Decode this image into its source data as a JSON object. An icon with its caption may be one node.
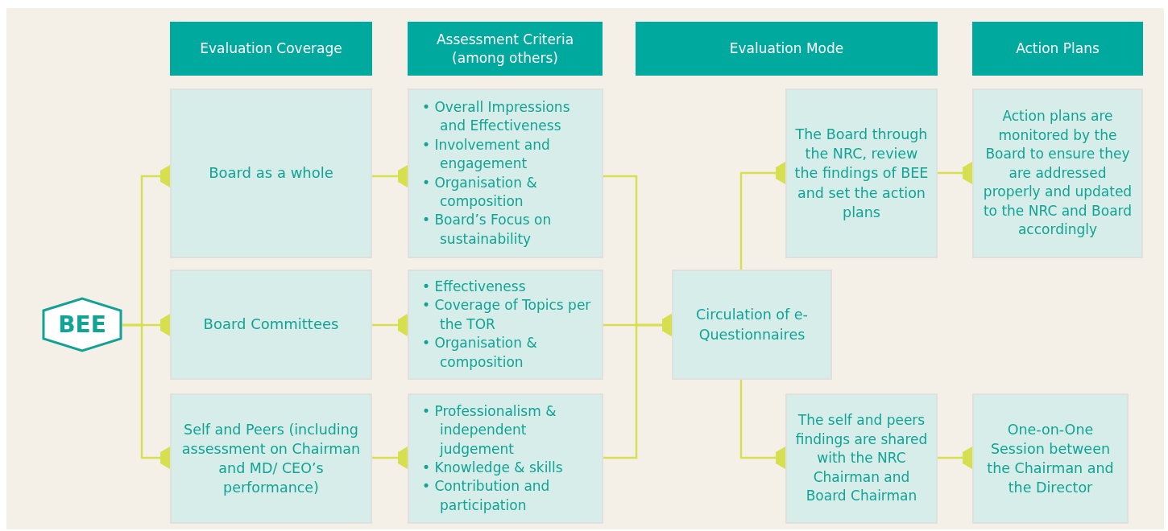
{
  "diagram": {
    "nodes": [
      {
        "text": [
          "Evaluation Coverage"
        ]
      },
      {
        "text": [
          "Assessment Criteria (among others)"
        ]
      },
      {
        "text": [
          "Evaluation Mode"
        ]
      },
      {
        "text": [
          "Action Plans"
        ]
      },
      {
        "text": [
          "BEE"
        ]
      },
      {
        "text": [
          "Board as a whole"
        ]
      },
      {
        "text": [
          "Board Committees"
        ]
      },
      {
        "text": [
          "Self and Peers (including assessment on Chairman and MD/ CEO’s performance)"
        ]
      },
      {
        "text": [
          "• Overall Impressions and Effectiveness",
          "• Involvement and engagement",
          "• Organisation & composition",
          "• Board’s Focus on sustainability"
        ]
      },
      {
        "text": [
          "• Effectiveness",
          "• Coverage of Topics per the TOR",
          "• Organisation & composition"
        ]
      },
      {
        "text": [
          "• Professionalism & independent judgement",
          "• Knowledge & skills",
          "• Contribution and participation"
        ]
      },
      {
        "text": [
          "Circulation of e-Questionnaires"
        ]
      },
      {
        "text": [
          "The Board through the NRC, review the findings of BEE and set the action plans"
        ]
      },
      {
        "text": [
          "Action plans are monitored by the Board to ensure they are addressed properly and updated to the NRC and Board accordingly"
        ]
      },
      {
        "text": [
          "The self and peers findings are shared with the NRC Chairman and Board Chairman"
        ]
      },
      {
        "text": [
          "One-on-One Session between the Chairman and the Director"
        ]
      }
    ],
    "edges": [
      {
        "from": 4,
        "to": 5,
        "arrow": "other"
      },
      {
        "from": 4,
        "to": 6,
        "arrow": "other"
      },
      {
        "from": 4,
        "to": 7,
        "arrow": "other"
      },
      {
        "from": 5,
        "to": 8,
        "arrow": "other"
      },
      {
        "from": 6,
        "to": 9,
        "arrow": "other"
      },
      {
        "from": 7,
        "to": 10,
        "arrow": "other"
      },
      {
        "from": 8,
        "to": 11,
        "arrow": "other"
      },
      {
        "from": 9,
        "to": 11,
        "arrow": "other"
      },
      {
        "from": 10,
        "to": 11,
        "arrow": "other"
      },
      {
        "from": 11,
        "to": 12,
        "arrow": "other"
      },
      {
        "from": 11,
        "to": 14,
        "arrow": "other"
      },
      {
        "from": 12,
        "to": 13,
        "arrow": "other"
      },
      {
        "from": 14,
        "to": 15,
        "arrow": "other"
      }
    ]
  }
}
